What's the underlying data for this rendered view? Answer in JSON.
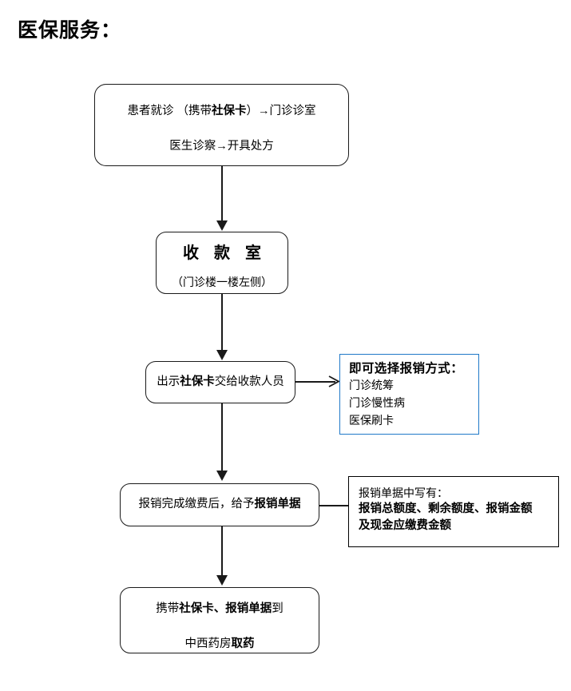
{
  "page": {
    "title": "医保服务：",
    "accent_blue": "#2079C8",
    "line_color": "#1a1a1a",
    "background": "#ffffff"
  },
  "flow": {
    "nodes": [
      {
        "id": "visit",
        "name": "patient-visit",
        "line1_a": "患者就诊 （携带",
        "line1_b": "社保卡",
        "line1_c": "）→门诊诊室",
        "line2": "医生诊察→开具处方"
      },
      {
        "id": "cashier",
        "name": "cashier-room",
        "title": "收 款 室",
        "subtitle": "（门诊楼一楼左侧）"
      },
      {
        "id": "present",
        "name": "present-card",
        "text_a": "出示",
        "text_b": "社保卡",
        "text_c": "交给收款人员"
      },
      {
        "id": "receipt",
        "name": "reimbursement-receipt",
        "text_a": "报销完成缴费后，给予",
        "text_b": "报销单据"
      },
      {
        "id": "pharmacy",
        "name": "pharmacy-pickup",
        "line1_a": "携带",
        "line1_b": "社保卡、报销单据",
        "line1_c": "到",
        "line2_a": "中西药房",
        "line2_b": "取药"
      }
    ]
  },
  "annotations": {
    "methods": {
      "heading": "即可选择报销方式：",
      "options": [
        "门诊统筹",
        "门诊慢性病",
        "医保刷卡"
      ]
    },
    "receipt_detail": {
      "heading": "报销单据中写有：",
      "detail_line1": "报销总额度、剩余额度、报销金额",
      "detail_line2": "及现金应缴费金额"
    }
  }
}
